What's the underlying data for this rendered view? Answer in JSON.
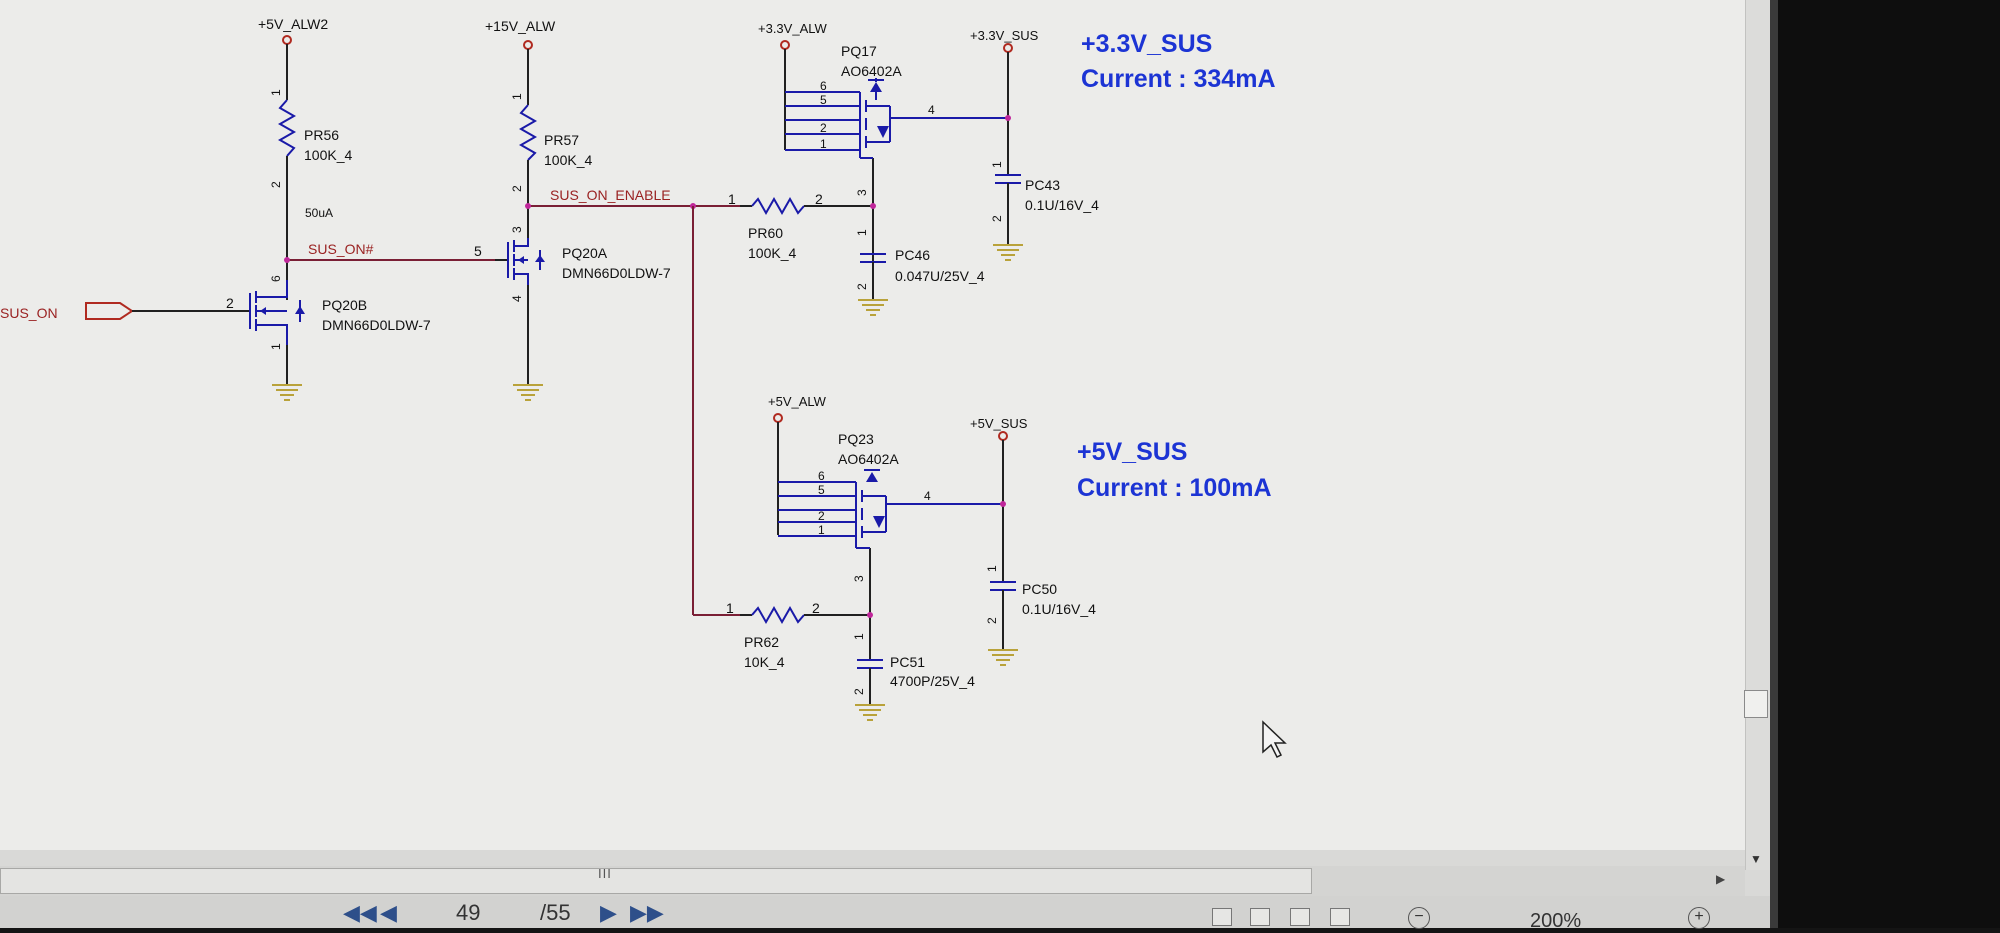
{
  "schematic": {
    "rails": {
      "p5v_alw2": "+5V_ALW2",
      "p15v_alw": "+15V_ALW",
      "p3v3_alw": "+3.3V_ALW",
      "p3v3_sus": "+3.3V_SUS",
      "p5v_alw": "+5V_ALW",
      "p5v_sus": "+5V_SUS"
    },
    "signals": {
      "sus_on": "SUS_ON",
      "sus_on_n": "SUS_ON#",
      "sus_on_enable": "SUS_ON_ENABLE"
    },
    "annotations": {
      "current_50ua": "50uA",
      "rail_3v3_title": "+3.3V_SUS",
      "rail_3v3_current": "Current : 334mA",
      "rail_5v_title": "+5V_SUS",
      "rail_5v_current": "Current : 100mA"
    },
    "components": {
      "pr56": {
        "ref": "PR56",
        "value": "100K_4"
      },
      "pr57": {
        "ref": "PR57",
        "value": "100K_4"
      },
      "pr60": {
        "ref": "PR60",
        "value": "100K_4"
      },
      "pr62": {
        "ref": "PR62",
        "value": "10K_4"
      },
      "pq20a": {
        "ref": "PQ20A",
        "value": "DMN66D0LDW-7"
      },
      "pq20b": {
        "ref": "PQ20B",
        "value": "DMN66D0LDW-7"
      },
      "pq17": {
        "ref": "PQ17",
        "value": "AO6402A"
      },
      "pq23": {
        "ref": "PQ23",
        "value": "AO6402A"
      },
      "pc43": {
        "ref": "PC43",
        "value": "0.1U/16V_4"
      },
      "pc46": {
        "ref": "PC46",
        "value": "0.047U/25V_4"
      },
      "pc50": {
        "ref": "PC50",
        "value": "0.1U/16V_4"
      },
      "pc51": {
        "ref": "PC51",
        "value": "4700P/25V_4"
      }
    },
    "pins": {
      "p1": "1",
      "p2": "2",
      "p3": "3",
      "p4": "4",
      "p5": "5",
      "p6": "6"
    }
  },
  "viewer": {
    "page_current": "49",
    "page_total": "/55",
    "zoom": "200%",
    "hscroll_grip": "III"
  },
  "colors": {
    "wire": "#7a1f35",
    "component": "#1a1aa8",
    "ground": "#b9a23a",
    "annotation": "#1c34d4",
    "node": "#c0279a"
  }
}
